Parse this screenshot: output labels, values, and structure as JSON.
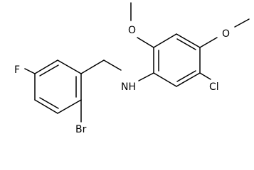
{
  "molecule": {
    "atoms": {
      "fluorine": "F",
      "bromine": "Br",
      "amine": "NH",
      "chlorine": "Cl",
      "methoxy_top_oxygen": "O",
      "methoxy_right_oxygen": "O"
    }
  }
}
